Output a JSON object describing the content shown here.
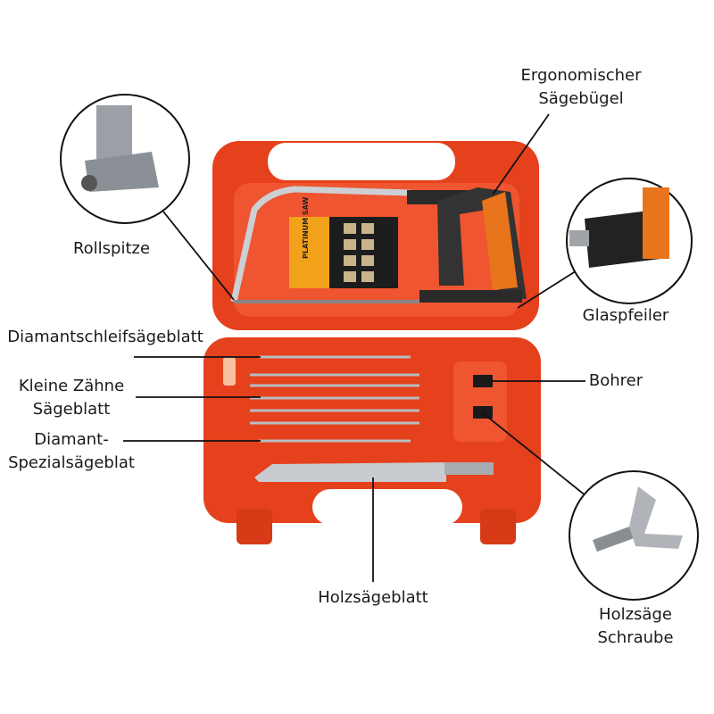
{
  "colors": {
    "case": "#e5411d",
    "case_dark": "#c9300f",
    "handle": "#e8741c",
    "metal": "#b8bcc0",
    "line": "#111111"
  },
  "product_label": "PLATINUM SAW",
  "callouts": {
    "frame": [
      "Ergonomischer",
      "Sägebügel"
    ],
    "roll_tip": "Rollspitze",
    "glass_file": "Glaspfeiler",
    "diamond_blade": "Diamantschleifsägeblatt",
    "fine_teeth": [
      "Kleine Zähne",
      "Sägeblatt"
    ],
    "diamond_special": [
      "Diamant-",
      "Spezialsägeblat"
    ],
    "drill": "Bohrer",
    "wood_blade": "Holzsägeblatt",
    "wood_screw": [
      "Holzsäge",
      "Schraube"
    ]
  }
}
